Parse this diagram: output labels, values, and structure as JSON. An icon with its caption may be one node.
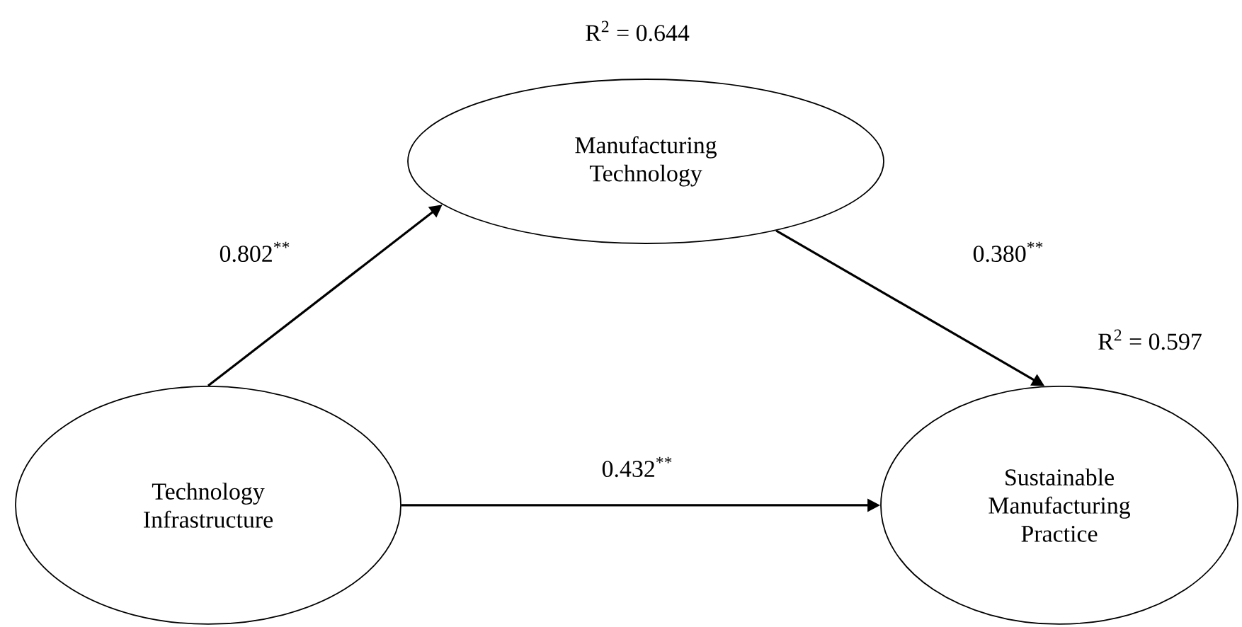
{
  "diagram": {
    "nodes": [
      {
        "text": [
          "Manufacturing Technology"
        ],
        "beside": [
          "R$^{2}$ = 0.644"
        ]
      },
      {
        "text": [
          "Technology Infrastructure"
        ]
      },
      {
        "text": [
          "Sustainable Manufacturing Practice"
        ],
        "beside": [
          "R$^{2}$ = 0.597"
        ]
      }
    ],
    "edges": [
      {
        "from": 1,
        "to": 0,
        "arrow": "to",
        "label": "0.802$^{**}$"
      },
      {
        "from": 0,
        "to": 2,
        "arrow": "to",
        "label": "0.380$^{**}$"
      },
      {
        "from": 1,
        "to": 2,
        "arrow": "to",
        "label": "0.432$^{**}$"
      }
    ]
  }
}
